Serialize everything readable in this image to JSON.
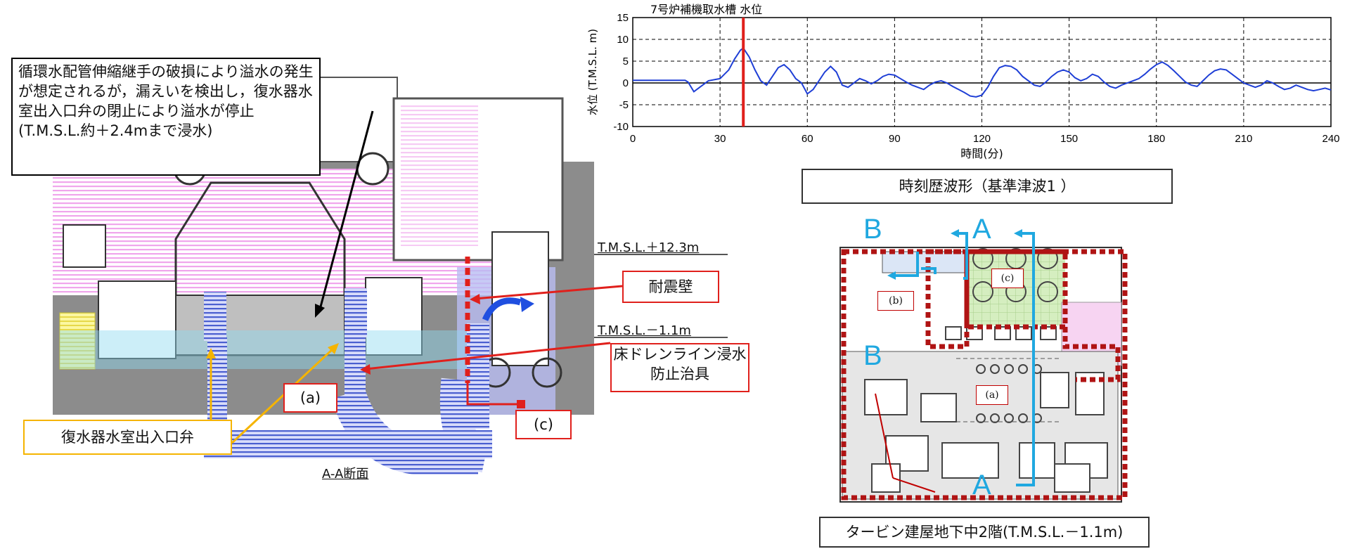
{
  "callouts": {
    "main_note": "循環水配管伸縮継手の破損により溢水の発生が想定されるが，漏えいを検出し，復水器水室出入口弁の閉止により溢水が停止\n(T.M.S.L.約＋2.4mまで浸水)",
    "seismic_wall": "耐震壁",
    "floor_drain_jig": "床ドレンライン浸水防止治具",
    "condenser_valve": "復水器水室出入口弁",
    "label_a": "(a)",
    "label_c": "(c)"
  },
  "section": {
    "level_upper": "T.M.S.L.＋12.3m",
    "level_lower": "T.M.S.L.－1.1m",
    "section_name": "A-A断面"
  },
  "chart_data": {
    "type": "line",
    "title": "7号炉補機取水槽 水位",
    "xlabel": "時間(分)",
    "ylabel": "水位 (T.M.S.L. m)",
    "xlim": [
      0,
      240
    ],
    "ylim": [
      -10,
      15
    ],
    "xticks": [
      0,
      30,
      60,
      90,
      120,
      150,
      180,
      210,
      240
    ],
    "yticks": [
      15,
      10,
      5,
      0,
      -5,
      -10
    ],
    "grid": true,
    "marker_line_x": 38,
    "series": [
      {
        "color": "#1f3fd6",
        "x": [
          0,
          9,
          18,
          19,
          21,
          23,
          26,
          30,
          33,
          35,
          37,
          38,
          40,
          42,
          44,
          46,
          48,
          50,
          52,
          54,
          56,
          58,
          60,
          62,
          64,
          66,
          68,
          70,
          72,
          74,
          76,
          78,
          80,
          82,
          84,
          86,
          88,
          90,
          92,
          94,
          96,
          98,
          100,
          102,
          104,
          106,
          108,
          110,
          112,
          114,
          116,
          118,
          120,
          122,
          124,
          126,
          128,
          130,
          132,
          134,
          136,
          138,
          140,
          142,
          144,
          146,
          148,
          150,
          152,
          154,
          156,
          158,
          160,
          162,
          164,
          166,
          168,
          170,
          172,
          174,
          176,
          178,
          180,
          182,
          184,
          186,
          188,
          190,
          192,
          194,
          196,
          198,
          200,
          202,
          204,
          206,
          208,
          210,
          212,
          214,
          216,
          218,
          220,
          222,
          224,
          226,
          228,
          230,
          232,
          234,
          236,
          238,
          240
        ],
        "values": [
          0.6,
          0.6,
          0.6,
          0.2,
          -2.0,
          -1.0,
          0.5,
          1.0,
          3.0,
          5.5,
          7.5,
          8.0,
          6.0,
          3.0,
          0.5,
          -0.5,
          1.5,
          3.5,
          4.2,
          3.0,
          1.0,
          0.0,
          -2.5,
          -1.5,
          0.5,
          2.5,
          3.8,
          2.5,
          -0.5,
          -1.0,
          0.0,
          1.0,
          0.5,
          -0.2,
          0.5,
          1.5,
          2.0,
          1.8,
          1.0,
          0.2,
          -0.5,
          -1.0,
          -1.5,
          -0.5,
          0.2,
          0.5,
          0.0,
          -0.8,
          -1.5,
          -2.2,
          -3.0,
          -3.2,
          -2.8,
          -1.0,
          1.5,
          3.5,
          4.0,
          3.8,
          3.0,
          1.5,
          0.5,
          -0.5,
          -0.8,
          0.2,
          1.5,
          2.5,
          3.0,
          2.5,
          1.2,
          0.5,
          1.0,
          2.0,
          1.5,
          0.2,
          -0.8,
          -1.2,
          -0.5,
          0.0,
          0.5,
          1.0,
          2.0,
          3.2,
          4.2,
          4.8,
          4.0,
          2.8,
          1.5,
          0.2,
          -0.5,
          -0.8,
          0.5,
          1.8,
          2.8,
          3.2,
          3.0,
          2.0,
          1.0,
          0.0,
          -0.5,
          -1.0,
          -0.5,
          0.5,
          0.0,
          -0.8,
          -1.5,
          -1.2,
          -0.5,
          -1.0,
          -1.5,
          -1.8,
          -1.5,
          -1.2,
          -1.6
        ]
      }
    ]
  },
  "chart_caption": "時刻歴波形（基準津波1 ）",
  "plan": {
    "label_a": "(a)",
    "label_b": "(b)",
    "label_c": "(c)",
    "letter_a_top": "A",
    "letter_a_bottom": "A",
    "letter_b_top": "B",
    "letter_b_bottom": "B",
    "caption": "タービン建屋地下中2階(T.M.S.L.－1.1m)"
  },
  "colors": {
    "red": "#e0201c",
    "orange": "#f5b400",
    "blue_arrow": "#20a8e0",
    "pink": "#f2b6ee",
    "water": "#9fe0f2",
    "hatch_blue": "#4a5fd0",
    "gray": "#8c8c8c"
  }
}
